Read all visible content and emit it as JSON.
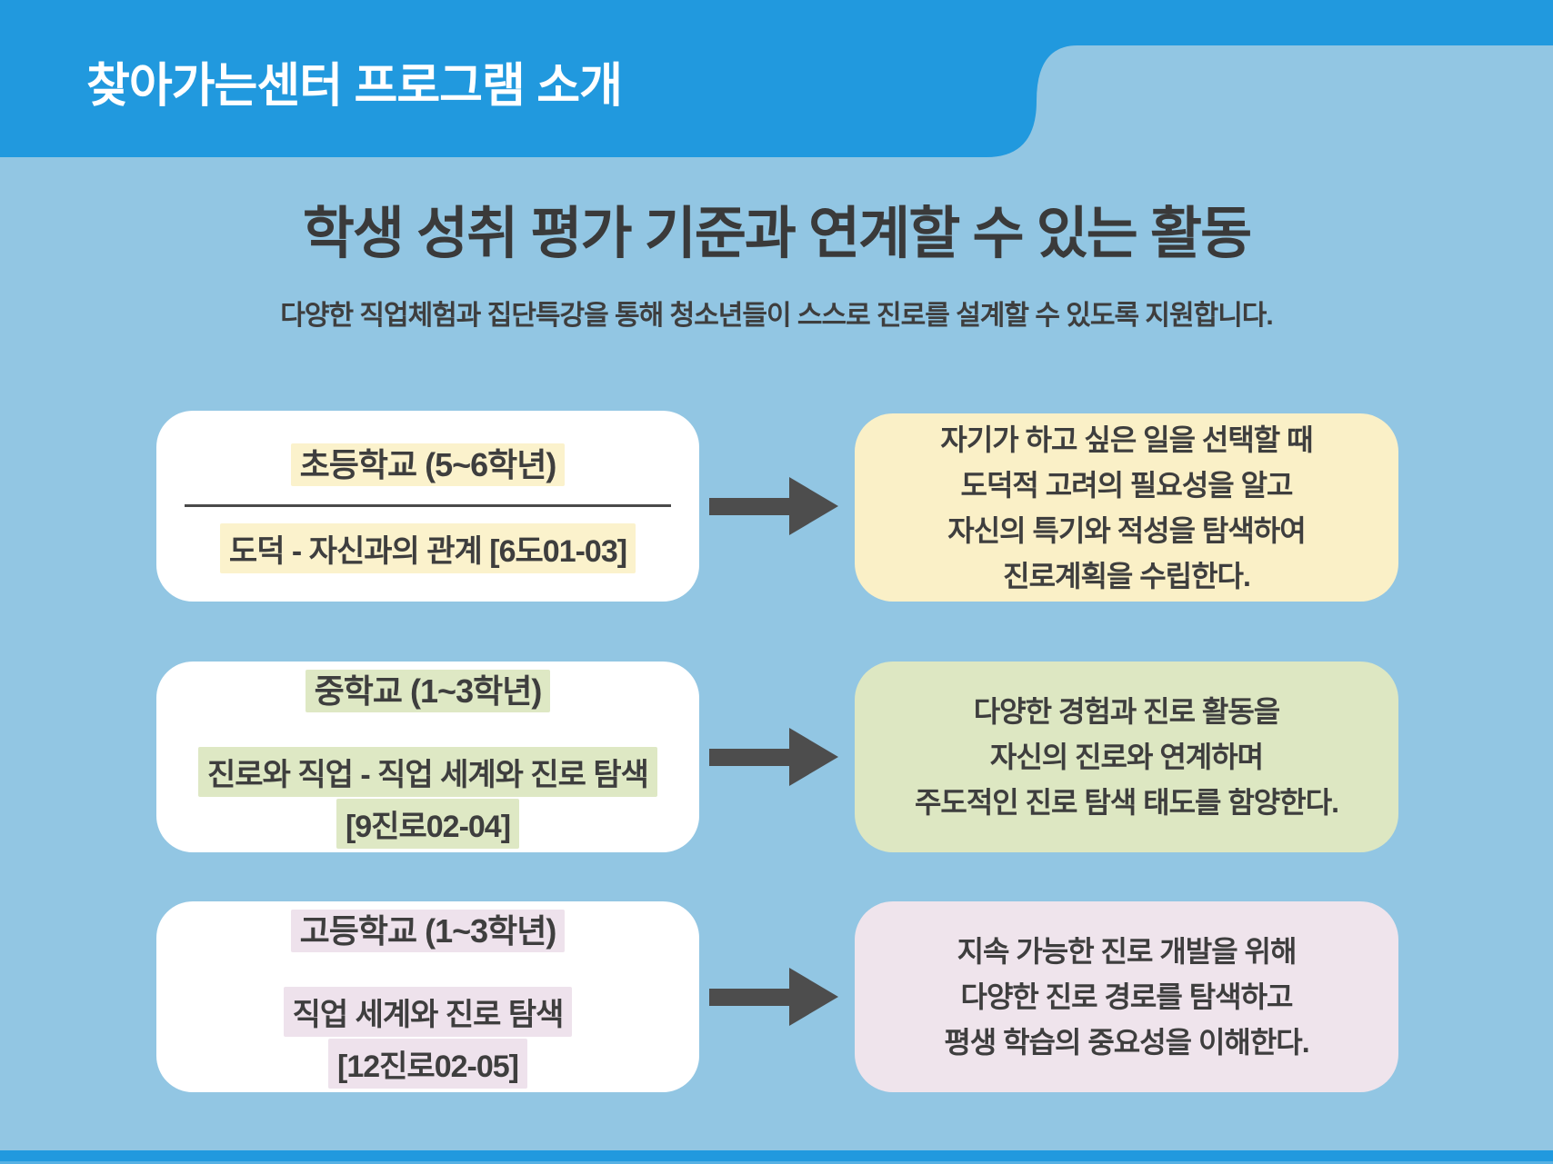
{
  "colors": {
    "background": "#92C6E3",
    "accent_blue": "#2199DE",
    "text_dark": "#3E3E3E",
    "divider": "#4A4A4A",
    "arrow": "#4D4D4D",
    "card_white": "#FFFFFF"
  },
  "header": {
    "title": "찾아가는센터 프로그램 소개"
  },
  "intro": {
    "title": "학생 성취 평가 기준과 연계할 수 있는 활동",
    "subtitle": "다양한 직업체험과 집단특강을 통해 청소년들이 스스로 진로를 설계할 수 있도록 지원합니다."
  },
  "rows": [
    {
      "school": "초등학교 (5~6학년)",
      "subject_lines": [
        "도덕 - 자신과의 관계 [6도01-03]"
      ],
      "highlight_color": "#FBF2CC",
      "card_color": "#FAF0C7",
      "outcome_lines": [
        "자기가 하고 싶은 일을 선택할 때",
        "도덕적 고려의 필요성을 알고",
        "자신의 특기와 적성을 탐색하여",
        "진로계획을 수립한다."
      ]
    },
    {
      "school": "중학교 (1~3학년)",
      "subject_lines": [
        "진로와 직업 - 직업 세계와 진로 탐색",
        "[9진로02-04]"
      ],
      "highlight_color": "#DEE8C4",
      "card_color": "#DDE7C2",
      "outcome_lines": [
        "다양한 경험과 진로 활동을",
        "자신의 진로와 연계하며",
        "주도적인 진로 탐색 태도를 함양한다."
      ]
    },
    {
      "school": "고등학교 (1~3학년)",
      "subject_lines": [
        "직업 세계와 진로 탐색",
        "[12진로02-05]"
      ],
      "highlight_color": "#EEE2EC",
      "card_color": "#EFE4EC",
      "outcome_lines": [
        "지속 가능한 진로 개발을 위해",
        "다양한 진로 경로를 탐색하고",
        "평생 학습의 중요성을 이해한다."
      ]
    }
  ]
}
